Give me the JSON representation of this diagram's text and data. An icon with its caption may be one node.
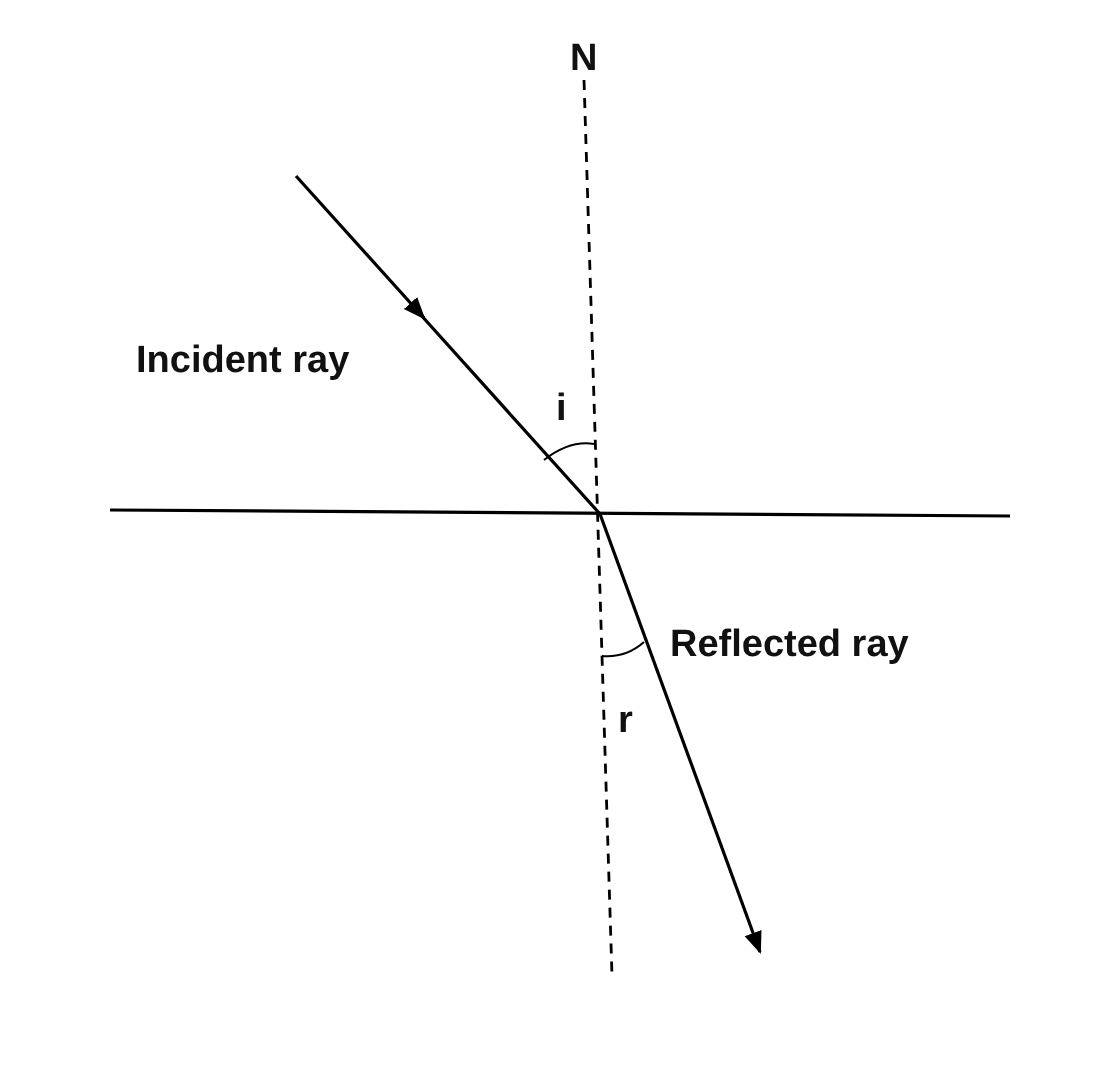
{
  "diagram": {
    "labels": [
      "N",
      "Incident ray",
      "i",
      "Reflected ray",
      "r"
    ]
  }
}
